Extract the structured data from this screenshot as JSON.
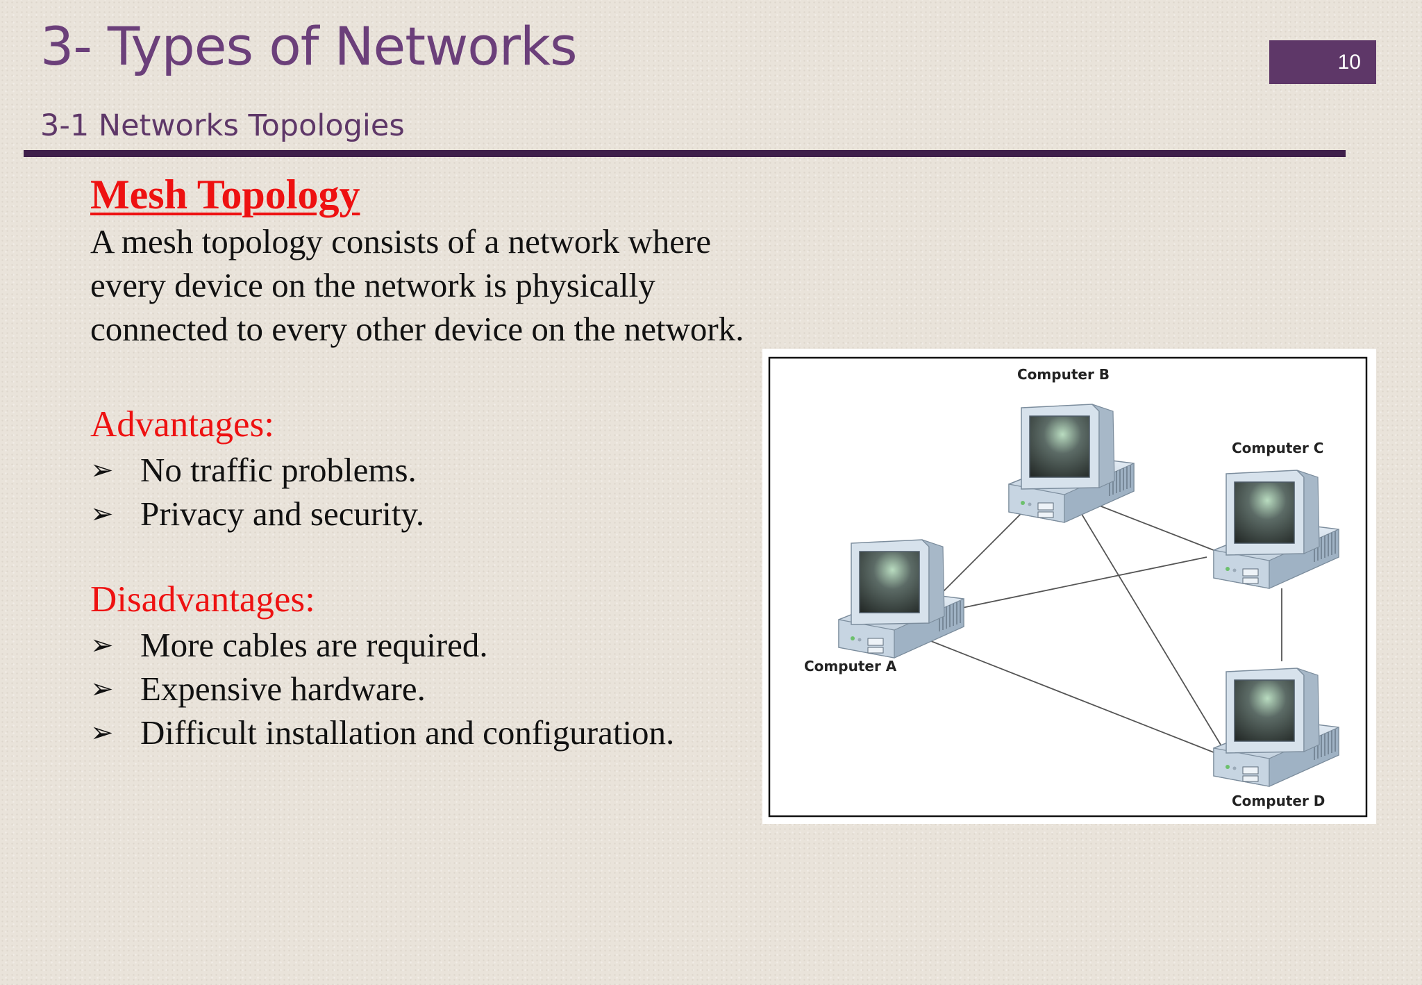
{
  "header": {
    "title": "3- Types of Networks",
    "slide_number": "10",
    "subtitle": "3-1 Networks Topologies"
  },
  "content": {
    "heading": "Mesh Topology",
    "description": "A mesh topology consists of a network where every device on the network is physically connected to every other device on the network.",
    "advantages_title": "Advantages:",
    "advantages": [
      "No traffic problems.",
      "Privacy and security."
    ],
    "disadvantages_title": "Disadvantages:",
    "disadvantages": [
      "More cables are required.",
      "Expensive hardware.",
      "Difficult installation and configuration."
    ],
    "bullet_icon": "arrowhead-bullet-icon"
  },
  "diagram": {
    "nodes": [
      "Computer A",
      "Computer B",
      "Computer C",
      "Computer D"
    ],
    "links": [
      [
        "Computer A",
        "Computer B"
      ],
      [
        "Computer A",
        "Computer C"
      ],
      [
        "Computer A",
        "Computer D"
      ],
      [
        "Computer B",
        "Computer C"
      ],
      [
        "Computer B",
        "Computer D"
      ],
      [
        "Computer C",
        "Computer D"
      ]
    ]
  },
  "colors": {
    "title": "#6b3f7a",
    "accent_bar": "#3f1f4a",
    "slide_number_bg": "#5e3768",
    "highlight_red": "#ee1111"
  }
}
